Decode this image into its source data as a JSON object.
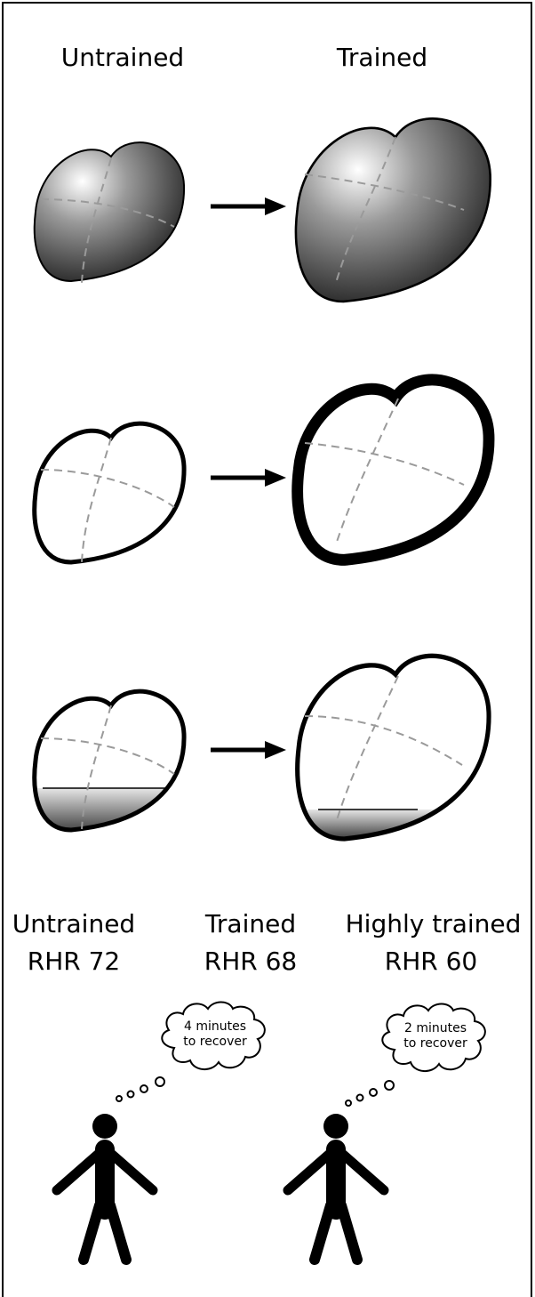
{
  "headers": {
    "untrained": "Untrained",
    "trained": "Trained"
  },
  "groups": [
    {
      "name": "Untrained",
      "rhr": "RHR 72"
    },
    {
      "name": "Trained",
      "rhr": "RHR 68"
    },
    {
      "name": "Highly trained",
      "rhr": "RHR 60"
    }
  ],
  "thoughts": [
    {
      "line1": "4 minutes",
      "line2": "to recover"
    },
    {
      "line1": "2 minutes",
      "line2": "to recover"
    }
  ],
  "colors": {
    "ink": "#000000",
    "dash": "#9a9a9a",
    "fill_light": "#ffffff",
    "fill_dark": "#1a1a1a"
  }
}
